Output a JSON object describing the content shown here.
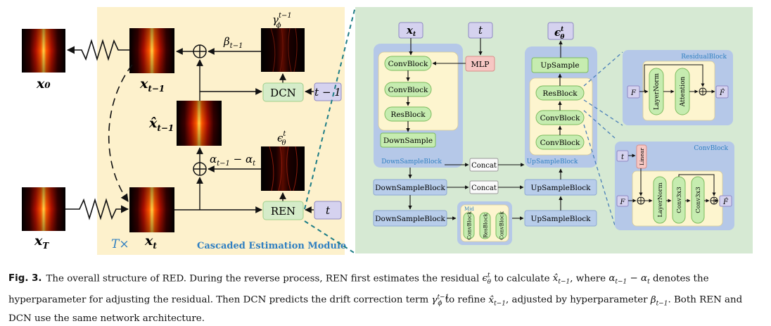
{
  "figure": {
    "left_panel": {
      "x0": "x₀",
      "xT": "x",
      "xT_sub": "T",
      "x_prev": "x",
      "x_prev_sub": "t−1",
      "x_hat": "x̂",
      "x_hat_sub": "t−1",
      "xt": "x",
      "xt_sub": "t",
      "beta": "β",
      "beta_sub": "t−1",
      "alpha": "α",
      "alpha_sub": "t−1",
      "alpha_minus": " − α",
      "alpha_sub2": "t",
      "gamma": "γ",
      "gamma_sup": "t−1",
      "gamma_sub": "ϕ",
      "eps": "ϵ",
      "eps_sup": "t",
      "eps_sub": "θ",
      "dcn": "DCN",
      "ren": "REN",
      "t_minus_1": "t − 1",
      "t": "t",
      "txtimes": "T×",
      "module_title": "Cascaded Estimation Module",
      "plus": "⊕"
    },
    "network": {
      "xt": "x",
      "xt_sub": "t",
      "t": "t",
      "eps": "ϵ",
      "eps_sup": "t",
      "eps_sub": "θ",
      "mlp": "MLP",
      "convblock": "ConvBlock",
      "resblock": "ResBlock",
      "downsample": "DownSample",
      "upsample": "UpSample",
      "downsampleblock": "DownSampleBlock",
      "upsampleblock": "UpSampleBlock",
      "concat": "Concat",
      "mid": "Mid"
    },
    "residual_block": {
      "title": "ResidualBlock",
      "F": "F",
      "F_hat": "F̂",
      "layernorm": "LayerNorm",
      "attention": "Attention"
    },
    "conv_block": {
      "title": "ConvBlock",
      "t": "t",
      "linear": "Linear",
      "F": "F",
      "F_hat": "F̂",
      "layernorm": "LayerNorm",
      "conv1": "Conv3x3",
      "conv2": "Conv3x3"
    },
    "colors": {
      "left_bg": "#fdf1cc",
      "right_bg": "#d6e9d3",
      "blue_panel": "#b5c8e8",
      "cream": "#fdf5cf",
      "green_node": "#c6ecb0",
      "green_stroke": "#7cbb5e",
      "purple_node": "#d5d2ef",
      "blue_node": "#b8cdea",
      "mlp": "#f6c7c3",
      "teal": "#1e7d86",
      "blue_text": "#2f7fc1"
    }
  },
  "caption": {
    "label": "Fig. 3.",
    "t1": "The overall structure of RED. During the reverse process, REN first estimates the residual ",
    "t2": " to calculate ",
    "t3": ", where ",
    "t4": " denotes the hyperparameter for adjusting the residual. Then DCN predicts the drift correction term ",
    "t5": " to refine ",
    "t6": ", adjusted by hyperparameter ",
    "t7": ". Both REN and DCN use the same network architecture.",
    "eps_sym": "ϵ",
    "eps_sup": "t",
    "eps_sub": "θ",
    "xhat_sym": "x̂",
    "xhat_sub": "t−1",
    "alpha_expr": "α",
    "alpha_sub1": "t−1",
    "alpha_mid": " − α",
    "alpha_sub2": "t",
    "gamma_sym": "γ",
    "gamma_sup": "t−1",
    "gamma_sub": "ϕ",
    "beta_sym": "β",
    "beta_sub": "t−1"
  }
}
